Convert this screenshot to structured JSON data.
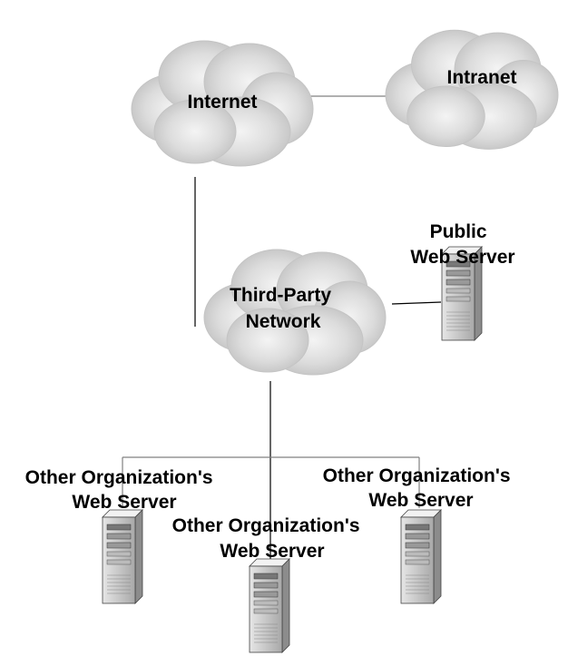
{
  "clouds": {
    "internet": {
      "label": [
        "Internet"
      ]
    },
    "intranet": {
      "label": [
        "Intranet"
      ]
    },
    "third_party": {
      "label": [
        "Third-Party",
        "Network"
      ]
    }
  },
  "servers": {
    "public": {
      "label": [
        "Public",
        "Web Server"
      ]
    },
    "other_left": {
      "label": [
        "Other Organization's",
        "Web Server"
      ]
    },
    "other_center": {
      "label": [
        "Other Organization's",
        "Web Server"
      ]
    },
    "other_right": {
      "label": [
        "Other Organization's",
        "Web Server"
      ]
    }
  }
}
